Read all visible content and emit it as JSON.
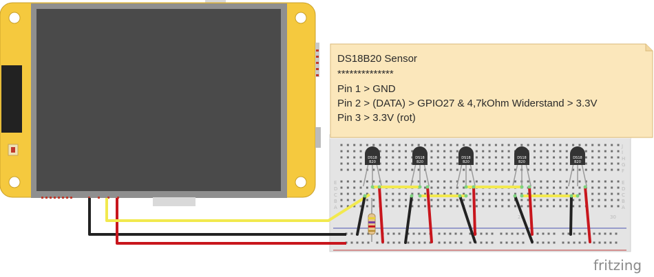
{
  "note": {
    "lines": [
      "DS18B20 Sensor",
      "**************",
      "Pin 1 > GND",
      "Pin 2 > (DATA) > GPIO27 & 4,7kOhm Widerstand > 3.3V",
      "Pin 3 > 3.3V (rot)"
    ]
  },
  "sensors": {
    "chip_label_top": "DS18",
    "chip_label_bottom": "B20",
    "count": 5
  },
  "breadboard": {
    "row_letters_top": [
      "J",
      "I",
      "H",
      "G",
      "F"
    ],
    "row_letters_bottom": [
      "E",
      "D",
      "C",
      "B",
      "A"
    ],
    "column_number": "30",
    "column_number_mid": "20"
  },
  "wires": {
    "data_color": "#f2e94e",
    "gnd_color": "#222222",
    "vcc_color": "#c8161d"
  },
  "brand": {
    "name": "fritzing"
  },
  "colors": {
    "display_board": "#f5c93e",
    "screen": "#4a4a4a",
    "note_fill": "#fbe7bb",
    "breadboard": "#e4e4e4"
  }
}
